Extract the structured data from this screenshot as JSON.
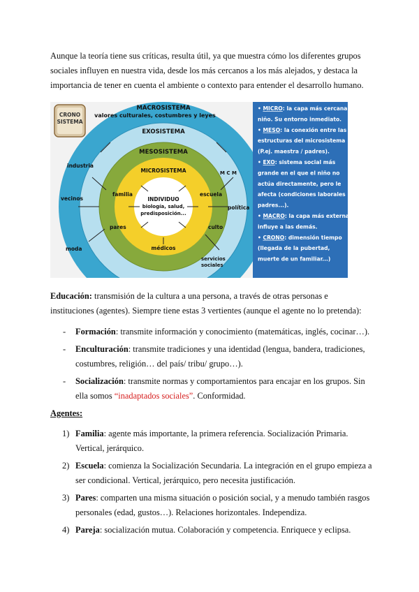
{
  "intro": "Aunque la teoría tiene sus críticas, resulta útil, ya que muestra cómo los diferentes grupos sociales influyen en nuestra vida, desde los más cercanos a los más alejados, y destaca la importancia de tener en cuenta el ambiente o contexto para entender el desarrollo humano.",
  "figure": {
    "crono_label_1": "CRONO",
    "crono_label_2": "SISTEMA",
    "macro": "MACROSISTEMA",
    "macro_sub": "valores culturales, costumbres y leyes",
    "exo": "EXOSISTEMA",
    "meso": "MESOSISTEMA",
    "micro": "MICROSISTEMA",
    "individuo": "INDIVIDUO",
    "individuo_sub1": "biología, salud,",
    "individuo_sub2": "predisposición...",
    "labels": {
      "industria": "industria",
      "mcm": "M C M",
      "vecinos": "vecinos",
      "politica": "política",
      "familia": "familia",
      "escuela": "escuela",
      "pares": "pares",
      "culto": "culto",
      "medicos": "médicos",
      "moda": "moda",
      "servicios1": "servicios",
      "servicios2": "sociales"
    },
    "legend_lines": [
      [
        "•",
        "MICRO",
        ": la capa más cercana al"
      ],
      [
        "",
        "",
        "niño. Su entorno inmediato."
      ],
      [
        "•",
        "MESO",
        ": la conexión entre las"
      ],
      [
        "",
        "",
        "estructuras del microsistema"
      ],
      [
        "",
        "",
        "(P.ej. maestra / padres)."
      ],
      [
        "•",
        "EXO",
        ": sistema social más"
      ],
      [
        "",
        "",
        "grande en el que el niño no"
      ],
      [
        "",
        "",
        "actúa directamente, pero le"
      ],
      [
        "",
        "",
        "afecta (condiciones laborales"
      ],
      [
        "",
        "",
        "padres...)."
      ],
      [
        "•",
        "MACRO",
        ": la capa más externa,"
      ],
      [
        "",
        "",
        "influye a las demás."
      ],
      [
        "•",
        "CRONO",
        ": dimensión tiempo"
      ],
      [
        "",
        "",
        "(llegada de la pubertad,"
      ],
      [
        "",
        "",
        "muerte de un familiar...)"
      ]
    ],
    "colors": {
      "outer": "#3aa6cf",
      "exo": "#b7dfef",
      "meso": "#87a93c",
      "micro": "#f4cf2a",
      "individuo": "#ffffff",
      "legend_bg": "#2d6fb7",
      "legend_text": "#ffffff"
    }
  },
  "education": {
    "label": "Educación:",
    "text": " transmisión de la cultura a una persona, a través de otras personas e instituciones (agentes). Siempre tiene estas 3 vertientes (aunque el agente no lo pretenda):"
  },
  "vertientes": [
    {
      "bullet": "-",
      "term": "Formación",
      "text": ": transmite información y conocimiento (matemáticas, inglés, cocinar…)."
    },
    {
      "bullet": "-",
      "term": "Enculturación",
      "text": ": transmite tradiciones y una identidad (lengua, bandera, tradiciones, costumbres, religión… del país/ tribu/ grupo…)."
    },
    {
      "bullet": "-",
      "term": "Socialización",
      "text": ": transmite normas y comportamientos para encajar en los grupos. Sin ella somos ",
      "red": "“inadaptados sociales”",
      "tail": ". Conformidad."
    }
  ],
  "agents_title": "Agentes:",
  "agents": [
    {
      "num": "1)",
      "term": "Familia",
      "text": ": agente más importante, la primera referencia. Socialización Primaria. Vertical, jerárquico."
    },
    {
      "num": "2)",
      "term": "Escuela",
      "text": ": comienza la Socialización Secundaria. La integración en el grupo empieza a ser condicional. Vertical, jerárquico, pero necesita justificación."
    },
    {
      "num": "3)",
      "term": "Pares",
      "text": ": comparten una misma situación o posición social, y a menudo también rasgos personales (edad, gustos…). Relaciones horizontales. Independiza."
    },
    {
      "num": "4)",
      "term": "Pareja",
      "text": ": socialización mutua. Colaboración y competencia. Enriquece y eclipsa."
    }
  ]
}
